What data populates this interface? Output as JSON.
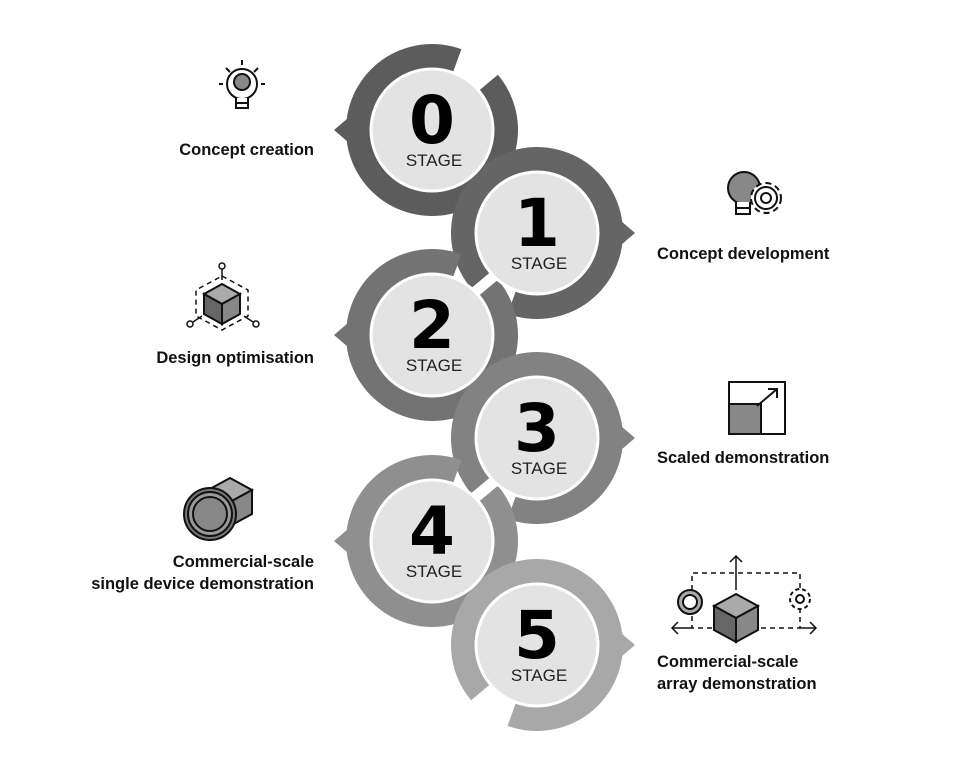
{
  "diagram": {
    "stages": [
      {
        "number": "0",
        "word": "STAGE",
        "label_lines": [
          "Concept creation"
        ],
        "icon": "lightbulb-icon",
        "ring_color": "#5c5c5c",
        "side": "left"
      },
      {
        "number": "1",
        "word": "STAGE",
        "label_lines": [
          "Concept development"
        ],
        "icon": "lightbulb-gear-icon",
        "ring_color": "#656565",
        "side": "right"
      },
      {
        "number": "2",
        "word": "STAGE",
        "label_lines": [
          "Design optimisation"
        ],
        "icon": "cube-network-icon",
        "ring_color": "#737373",
        "side": "left"
      },
      {
        "number": "3",
        "word": "STAGE",
        "label_lines": [
          "Scaled demonstration"
        ],
        "icon": "scale-up-icon",
        "ring_color": "#828282",
        "side": "right"
      },
      {
        "number": "4",
        "word": "STAGE",
        "label_lines": [
          "Commercial-scale",
          "single device demonstration"
        ],
        "icon": "device-cube-icon",
        "ring_color": "#8f8f8f",
        "side": "left"
      },
      {
        "number": "5",
        "word": "STAGE",
        "label_lines": [
          "Commercial-scale",
          "array demonstration"
        ],
        "icon": "array-icon",
        "ring_color": "#a8a8a8",
        "side": "right"
      }
    ],
    "inner_disc_color": "#e3e3e3"
  }
}
